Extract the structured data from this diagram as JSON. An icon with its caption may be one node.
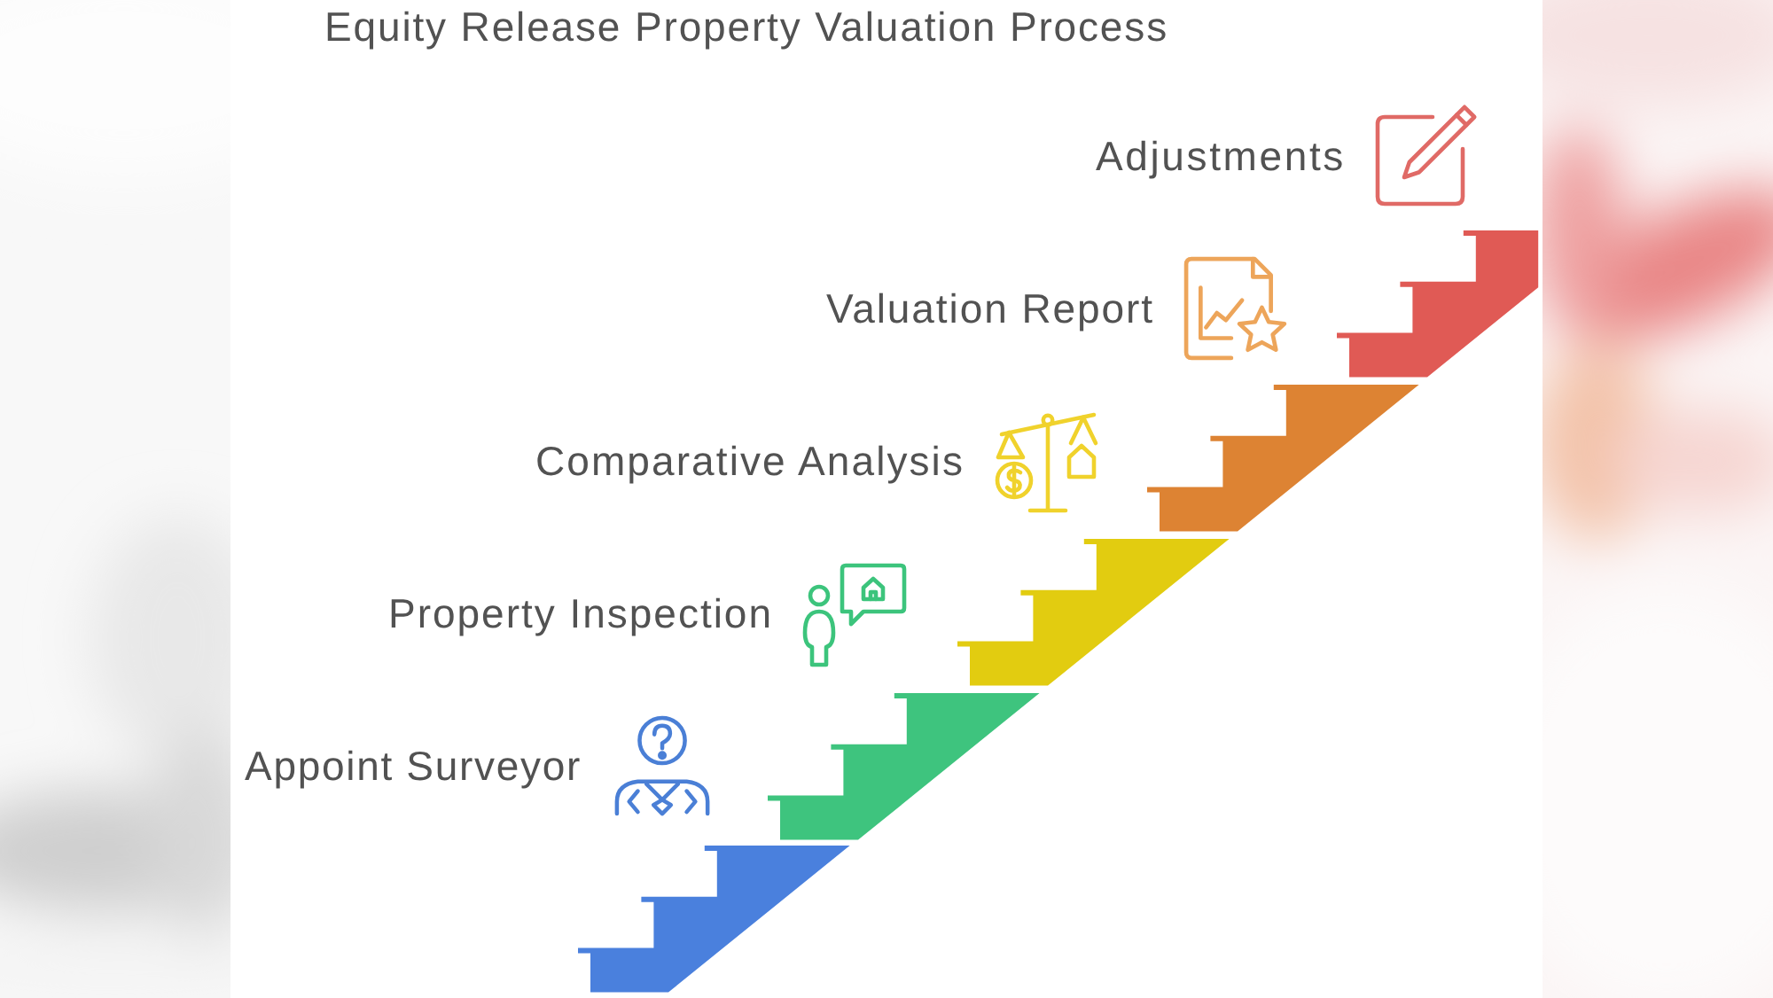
{
  "diagram": {
    "title": "Equity Release Property Valuation Process",
    "nodes": [
      {
        "text": [
          "Appoint Surveyor"
        ]
      },
      {
        "text": [
          "Property Inspection"
        ]
      },
      {
        "text": [
          "Comparative Analysis"
        ]
      },
      {
        "text": [
          "Valuation Report"
        ]
      },
      {
        "text": [
          "Adjustments"
        ]
      }
    ]
  }
}
